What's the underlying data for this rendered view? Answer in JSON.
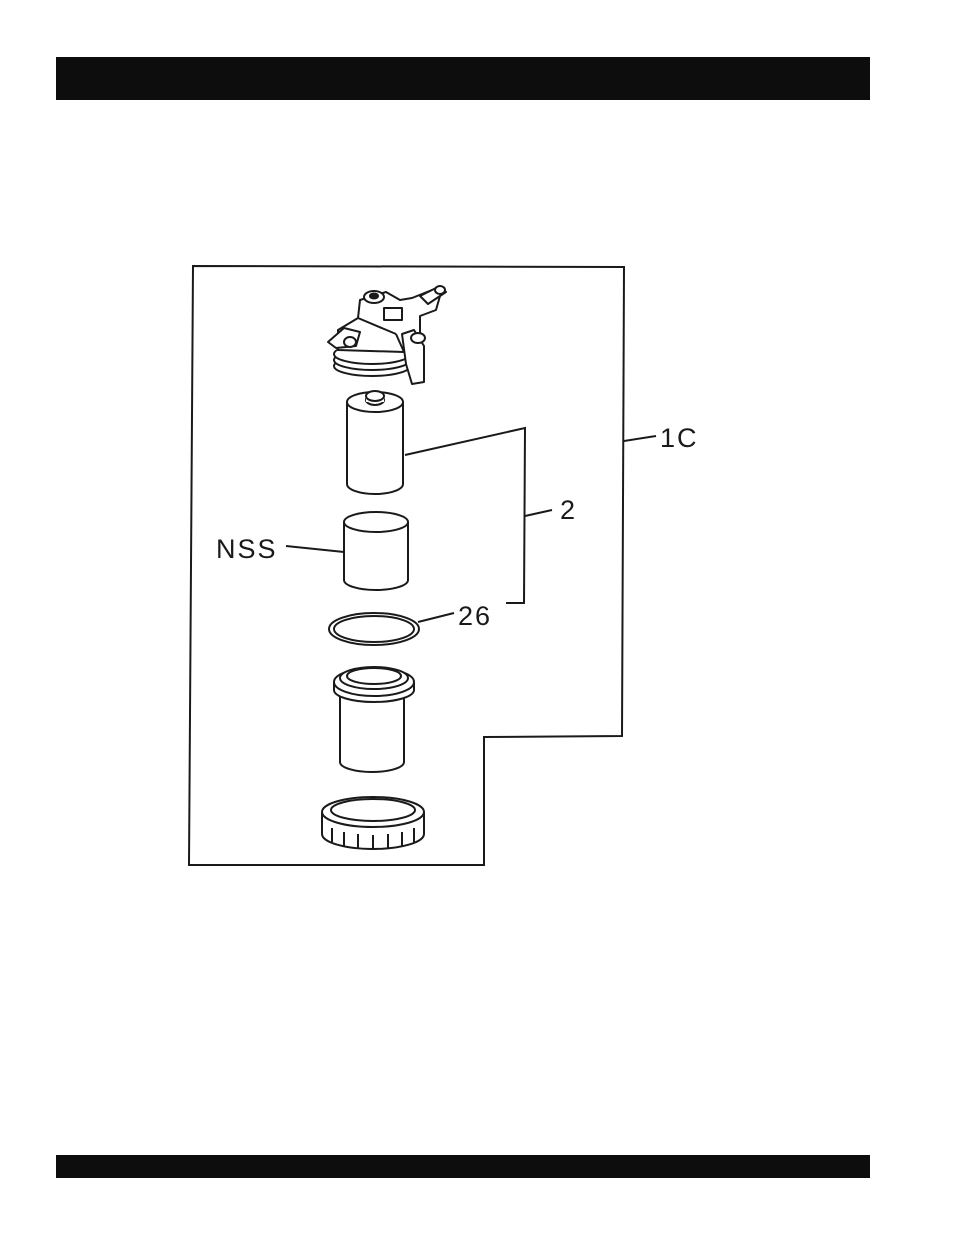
{
  "header_bar": {
    "color": "#0d0d0d"
  },
  "footer_bar": {
    "color": "#0d0d0d"
  },
  "diagram": {
    "callouts": {
      "assembly": "1C",
      "element": "2",
      "nss": "NSS",
      "oring": "26"
    },
    "parts": [
      "filter-head",
      "filter-element",
      "nss-element",
      "o-ring",
      "filter-bowl",
      "retaining-ring"
    ]
  }
}
